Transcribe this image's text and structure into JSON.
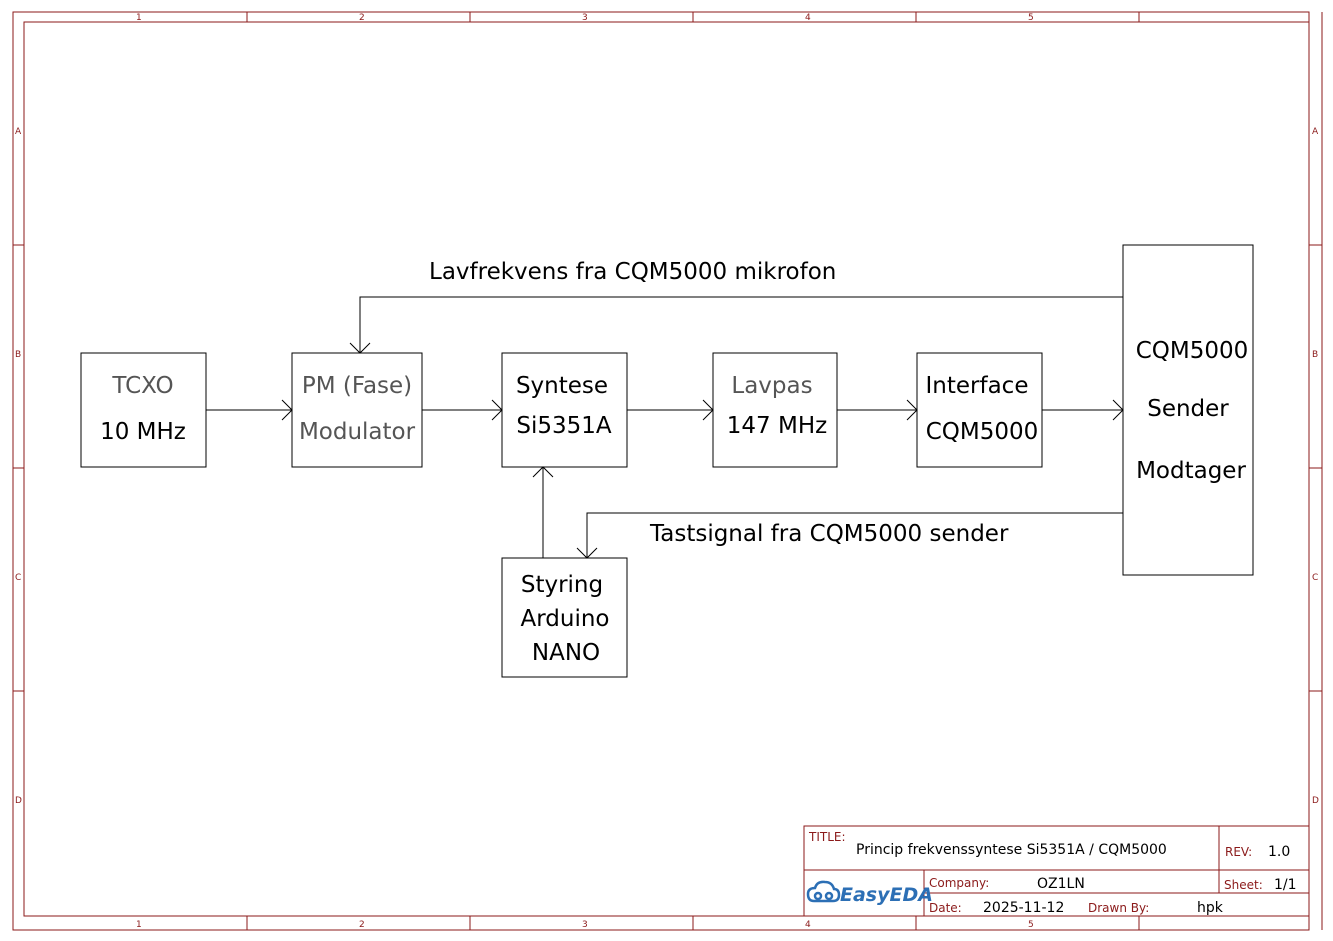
{
  "sheet": {
    "zone_columns": [
      "1",
      "2",
      "3",
      "4",
      "5"
    ],
    "zone_rows": [
      "A",
      "B",
      "C",
      "D"
    ],
    "frame_color": "#8b1a1a"
  },
  "blocks": {
    "tcxo": {
      "lines": [
        "TCXO",
        "10 MHz"
      ]
    },
    "pm_modulator": {
      "lines": [
        "PM (Fase)",
        "Modulator"
      ]
    },
    "synthesizer": {
      "lines": [
        "Syntese",
        "Si5351A"
      ]
    },
    "lowpass": {
      "lines": [
        "Lavpas",
        "147 MHz"
      ]
    },
    "interface": {
      "lines": [
        "Interface",
        "CQM5000"
      ]
    },
    "transceiver": {
      "lines": [
        "CQM5000",
        "Sender",
        "Modtager"
      ]
    },
    "controller": {
      "lines": [
        "Styring",
        "Arduino",
        "NANO"
      ]
    }
  },
  "signals": {
    "audio_feedback": "Lavfrekvens fra CQM5000 mikrofon",
    "key_signal": "Tastsignal fra CQM5000 sender"
  },
  "title_block": {
    "title_label": "TITLE:",
    "title": "Princip frekvenssyntese Si5351A / CQM5000",
    "rev_label": "REV:",
    "rev": "1.0",
    "company_label": "Company:",
    "company": "OZ1LN",
    "sheet_label": "Sheet:",
    "sheet": "1/1",
    "date_label": "Date:",
    "date": "2025-11-12",
    "drawn_by_label": "Drawn By:",
    "drawn_by": "hpk",
    "logo": "EasyEDA",
    "logo_color": "#2c6fb5"
  }
}
